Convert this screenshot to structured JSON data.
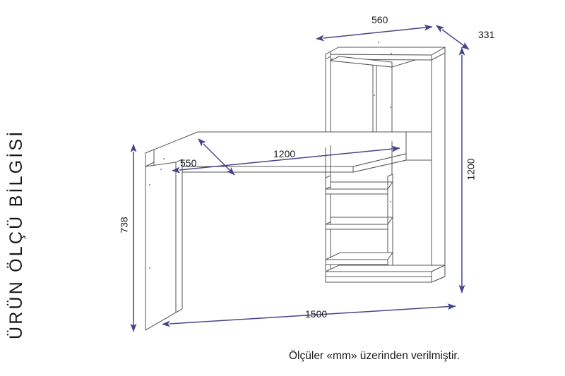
{
  "page": {
    "title_vertical": "ÜRÜN ÖLÇÜ BİLGİSİ",
    "caption": "Ölçüler «mm» üzerinden verilmiştir.",
    "background_color": "#ffffff",
    "line_color": "#555555",
    "dimension_color": "#45458c",
    "text_color": "#1a1a1a"
  },
  "dimensions": {
    "cabinet_width": "560",
    "cabinet_depth": "331",
    "cabinet_height": "1200",
    "desktop_width": "1200",
    "desk_depth": "550",
    "desk_height": "738",
    "total_width": "1500"
  },
  "chart_data": {
    "type": "diagram",
    "title": "ÜRÜN ÖLÇÜ BİLGİSİ",
    "subtitle": "Ölçüler «mm» üzerinden verilmiştir.",
    "units": "mm",
    "object": "computer desk with bookcase / hutch unit",
    "annotations": [
      {
        "label": "560",
        "value": 560,
        "measures": "upper cabinet width",
        "orientation": "horizontal",
        "position": "top"
      },
      {
        "label": "331",
        "value": 331,
        "measures": "upper cabinet depth",
        "orientation": "diagonal",
        "position": "top-right"
      },
      {
        "label": "1200",
        "value": 1200,
        "measures": "cabinet total height",
        "orientation": "vertical",
        "position": "right"
      },
      {
        "label": "1200",
        "value": 1200,
        "measures": "desktop width",
        "orientation": "horizontal",
        "position": "desktop"
      },
      {
        "label": "550",
        "value": 550,
        "measures": "desk depth",
        "orientation": "diagonal",
        "position": "desktop-left"
      },
      {
        "label": "738",
        "value": 738,
        "measures": "desk height",
        "orientation": "vertical",
        "position": "left"
      },
      {
        "label": "1500",
        "value": 1500,
        "measures": "overall product width",
        "orientation": "horizontal",
        "position": "bottom"
      }
    ]
  }
}
